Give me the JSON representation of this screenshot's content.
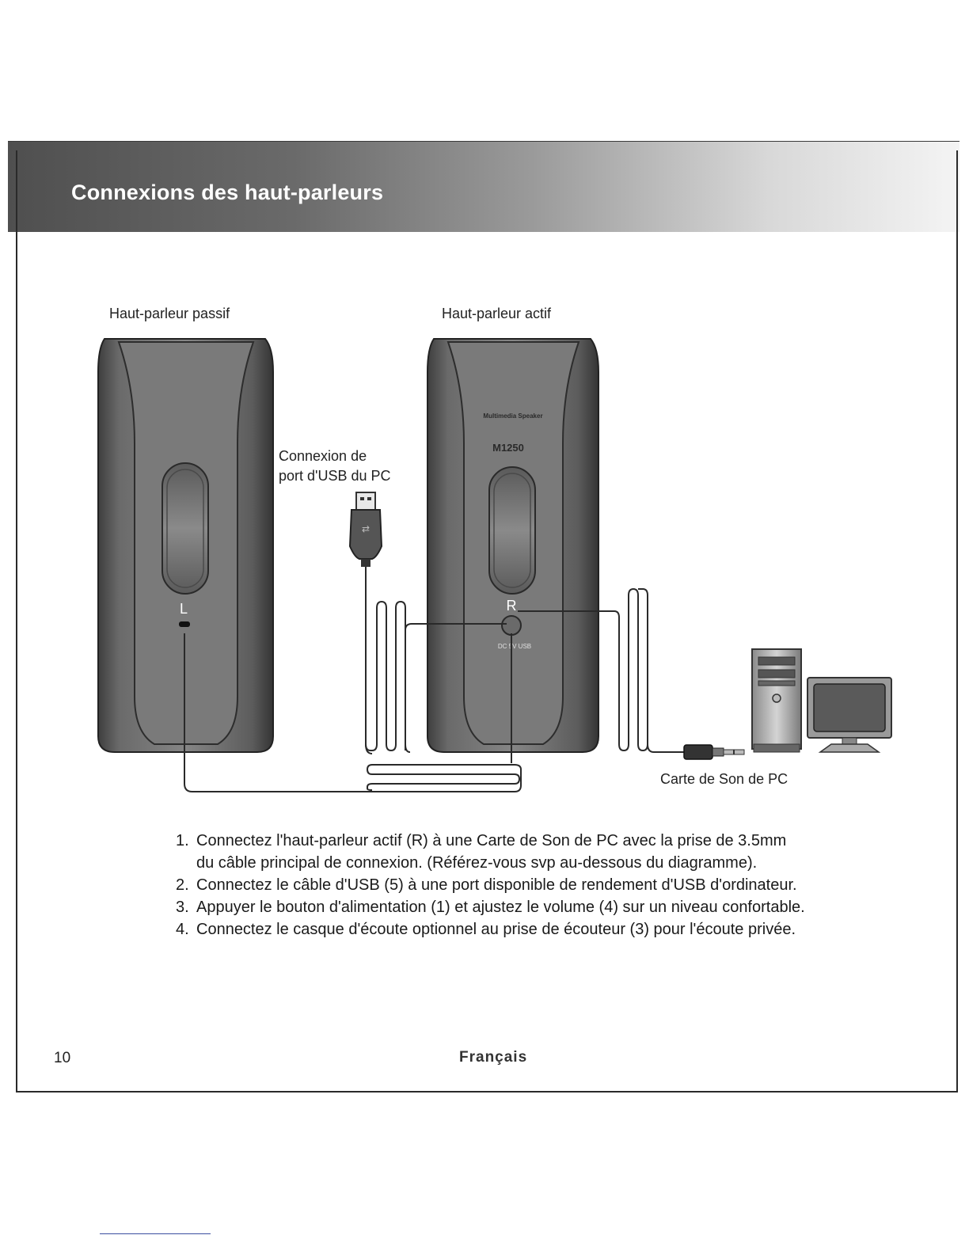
{
  "header": {
    "title": "Connexions des haut-parleurs"
  },
  "diagram": {
    "passive_label": "Haut-parleur passif",
    "active_label": "Haut-parleur actif",
    "usb_label_line1": "Connexion de",
    "usb_label_line2": "port d'USB du PC",
    "left_marker": "L",
    "right_marker": "R",
    "speaker_brand": "Multimedia Speaker",
    "speaker_model": "M1250",
    "rear_panel_text": "DC 5V USB",
    "sound_card_label": "Carte de Son de PC"
  },
  "instructions": [
    {
      "num": "1.",
      "text": "Connectez l'haut-parleur actif (R) à une Carte de Son de PC avec la prise de 3.5mm du câble principal de connexion. (Référez-vous svp au-dessous du diagramme)."
    },
    {
      "num": "2.",
      "text": "Connectez le câble d'USB (5) à une port disponible de rendement d'USB d'ordinateur."
    },
    {
      "num": "3.",
      "text": "Appuyer le bouton d'alimentation (1) et ajustez le volume (4) sur un niveau confortable."
    },
    {
      "num": "4.",
      "text": "Connectez le casque d'écoute optionnel au prise de écouteur (3) pour l'écoute privée."
    }
  ],
  "footer": {
    "page_number": "10",
    "language": "Français"
  },
  "colors": {
    "header_dark": "#4f4f4f",
    "header_light": "#f4f4f4",
    "speaker_body": "#5a5a5a"
  }
}
